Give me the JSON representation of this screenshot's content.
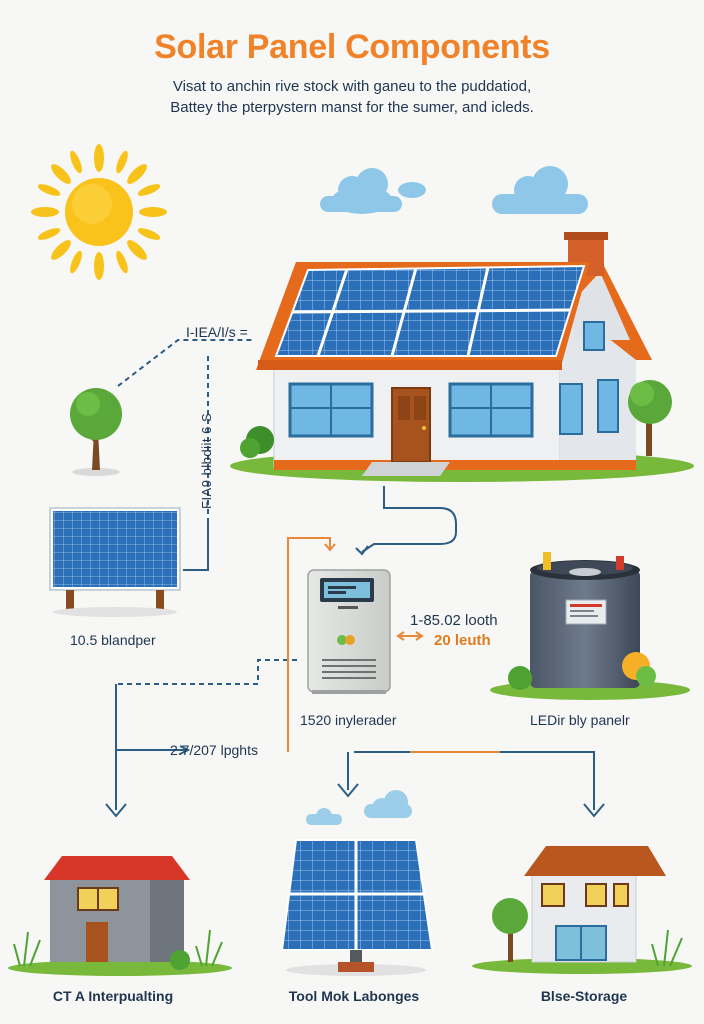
{
  "header": {
    "title": "Solar Panel Components",
    "subtitle_line1": "Visat to anchin rive stock with ganeu to the puddatiod,",
    "subtitle_line2": "Battey the pterpystern manst for the sumer, and icleds."
  },
  "connectors": {
    "top_label": "I-IEA/I/s =",
    "vertical_label": "FIA9 blbdiit 6 S"
  },
  "components": {
    "panel_label": "10.5 blandper",
    "inverter_label": "1520 inylerader",
    "battery_label": "LEDir bly panelr",
    "battery_readout_line1": "1-85.02 looth",
    "battery_readout_line2": "20 leuth",
    "inverter_output_label": "2.7/207 lpghts"
  },
  "bottom": {
    "item1_label": "CT A Interpualting",
    "item2_label": "Tool Mok Labonges",
    "item3_label": "Blse-Storage"
  },
  "colors": {
    "title": "#f0832a",
    "text": "#1f3550",
    "connector": "#2b5d86",
    "orange_connector": "#e8893a",
    "panel": "#2a6fb8",
    "roof": "#e56a1c",
    "sun": "#f7c21a"
  }
}
